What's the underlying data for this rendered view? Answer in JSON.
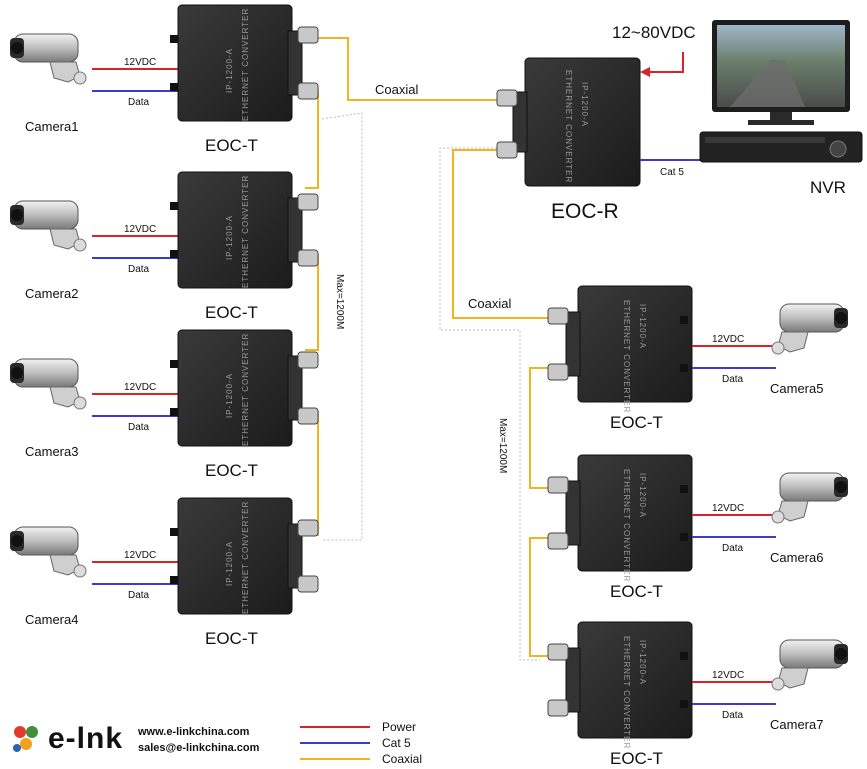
{
  "colors": {
    "power": "#d9232b",
    "cat5": "#3b3bd1",
    "coaxial": "#f0b323",
    "device": "#2b2b2b"
  },
  "supply_label": "12~80VDC",
  "receiver": {
    "label": "EOC-R",
    "model": "IP-1200-A",
    "subtitle": "ETHERNET CONVERTER"
  },
  "nvr": {
    "label": "NVR",
    "link_label": "Cat 5"
  },
  "coax_labels": [
    "Coaxial",
    "Coaxial"
  ],
  "max_labels": [
    "Max=1200M",
    "Max=1200M"
  ],
  "left_units": [
    {
      "camera": "Camera1",
      "device": "EOC-T",
      "power": "12VDC",
      "data": "Data"
    },
    {
      "camera": "Camera2",
      "device": "EOC-T",
      "power": "12VDC",
      "data": "Data"
    },
    {
      "camera": "Camera3",
      "device": "EOC-T",
      "power": "12VDC",
      "data": "Data"
    },
    {
      "camera": "Camera4",
      "device": "EOC-T",
      "power": "12VDC",
      "data": "Data"
    }
  ],
  "right_units": [
    {
      "camera": "Camera5",
      "device": "EOC-T",
      "power": "12VDC",
      "data": "Data"
    },
    {
      "camera": "Camera6",
      "device": "EOC-T",
      "power": "12VDC",
      "data": "Data"
    },
    {
      "camera": "Camera7",
      "device": "EOC-T",
      "power": "12VDC",
      "data": "Data"
    }
  ],
  "device_model": "IP-1200-A",
  "device_subtitle": "ETHERNET CONVERTER",
  "brand": {
    "name": "e-lnk",
    "website": "www.e-linkchina.com",
    "email": "sales@e-linkchina.com"
  },
  "legend": [
    {
      "label": "Power",
      "color": "#d9232b"
    },
    {
      "label": "Cat 5",
      "color": "#3b3bd1"
    },
    {
      "label": "Coaxial",
      "color": "#f0b323"
    }
  ]
}
